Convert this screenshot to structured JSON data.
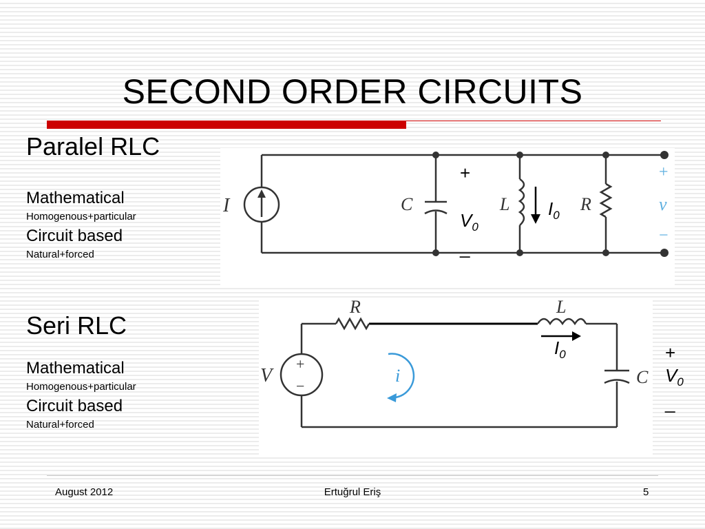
{
  "title": "SECOND ORDER CIRCUITS",
  "parallel": {
    "heading": "Paralel RLC",
    "mathematical": "Mathematical",
    "homogenous": "Homogenous+particular",
    "circuit_based": "Circuit based",
    "natural": "Natural+forced",
    "labels": {
      "I": "I",
      "C": "C",
      "L": "L",
      "R": "R",
      "v": "v",
      "plus": "+",
      "minus": "−"
    },
    "annot": {
      "plus": "+",
      "V": "V",
      "V_sub": "0",
      "minus": "_",
      "I": "I",
      "I_sub": "0"
    }
  },
  "series": {
    "heading": "Seri RLC",
    "mathematical": "Mathematical",
    "homogenous": "Homogenous+particular",
    "circuit_based": "Circuit based",
    "natural": "Natural+forced",
    "labels": {
      "R": "R",
      "L": "L",
      "V": "V",
      "C": "C",
      "i": "i",
      "plus": "+",
      "minus": "−"
    },
    "annot": {
      "I": "I",
      "I_sub": "0",
      "plus": "+",
      "V": "V",
      "V_sub": "0",
      "minus": "_"
    }
  },
  "footer": {
    "date": "August 2012",
    "author": "Ertuğrul Eriş",
    "page": "5"
  }
}
